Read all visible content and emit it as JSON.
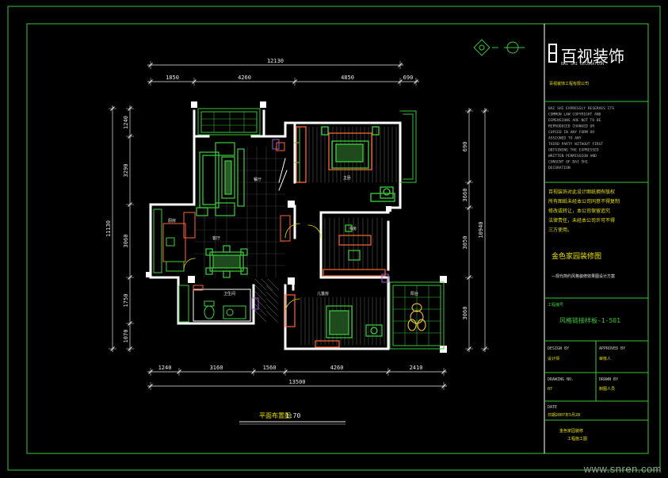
{
  "title_block": {
    "company": "百视装饰",
    "company_sub": "BAI SHI DECORATION",
    "tagline": "百视装饰工程有限公司",
    "copyright_lines": [
      "BAI SHI EXPRESSLY RESERVES ITS",
      "COMMON LAW COPYRIGHT AND",
      "DIMENSIONS ARE NOT TO BE",
      "REPRODUCED CHANGED OR",
      "COPIED IN ANY FORM OR",
      "ASSIGNED TO ANY",
      "THIRD PARTY WITHOUT FIRST",
      "OBTAINING THE EXPRESSED",
      "WRITTEN PERMISSION AND",
      "CONSENT OF BAI SHI",
      "DECORATION"
    ],
    "note_lines": [
      "百视装饰对此设计图纸拥有版权",
      "所有图纸未经本公司同意不得复制",
      "修改或转让，本公司保留追究",
      "法律责任，未经本公司许可不得",
      "三方使用。"
    ],
    "project_name": "金色家园装修图",
    "project_sub": "—现代简约风格装修效果图设计方案",
    "drawing_no_label": "工程编号",
    "drawing_no": "风格链接样板-1-501",
    "design_label": "DESIGN BY",
    "design_value": "设计师",
    "approved_label": "APPROVED BY",
    "approved_value": "审核人",
    "drawing_label": "DRAWING NO.",
    "drawing_value": "07",
    "drawn_label": "DRAWN BY",
    "drawn_value": "制图人员",
    "date_label": "DATE",
    "date_value": "日期2007年5月28",
    "footer_line1": "金色家园装修",
    "footer_line2": "工程施工图"
  },
  "plan": {
    "title": "平面布置图",
    "scale": "1:70",
    "top_total": "12130",
    "top_dims": [
      "1850",
      "4260",
      "4850",
      "690"
    ],
    "bottom_total": "13500",
    "bottom_dims": [
      "1240",
      "3160",
      "1560",
      "4260",
      "2410"
    ],
    "left_total": "11130",
    "left_dims": [
      "1240",
      "3290",
      "3060",
      "1750",
      "1070"
    ],
    "right_total": "10940",
    "right_dims": [
      "690",
      "3660",
      "3050",
      "3060"
    ],
    "rooms": {
      "living": "客厅",
      "dining": "餐厅",
      "kitchen": "厨房",
      "bath": "卫生间",
      "bed1": "主卧",
      "bed2": "书房",
      "bed3": "儿童房",
      "balcony": "阳台"
    }
  },
  "watermark": "www.snren.com",
  "colors": {
    "frame": "#38c838",
    "wall": "#ffffff",
    "furniture": "#3cd23c",
    "accent": "#ff6633",
    "dim": "#e8e8e8",
    "yellow": "#e8e000",
    "purple": "#9a5bd0"
  }
}
